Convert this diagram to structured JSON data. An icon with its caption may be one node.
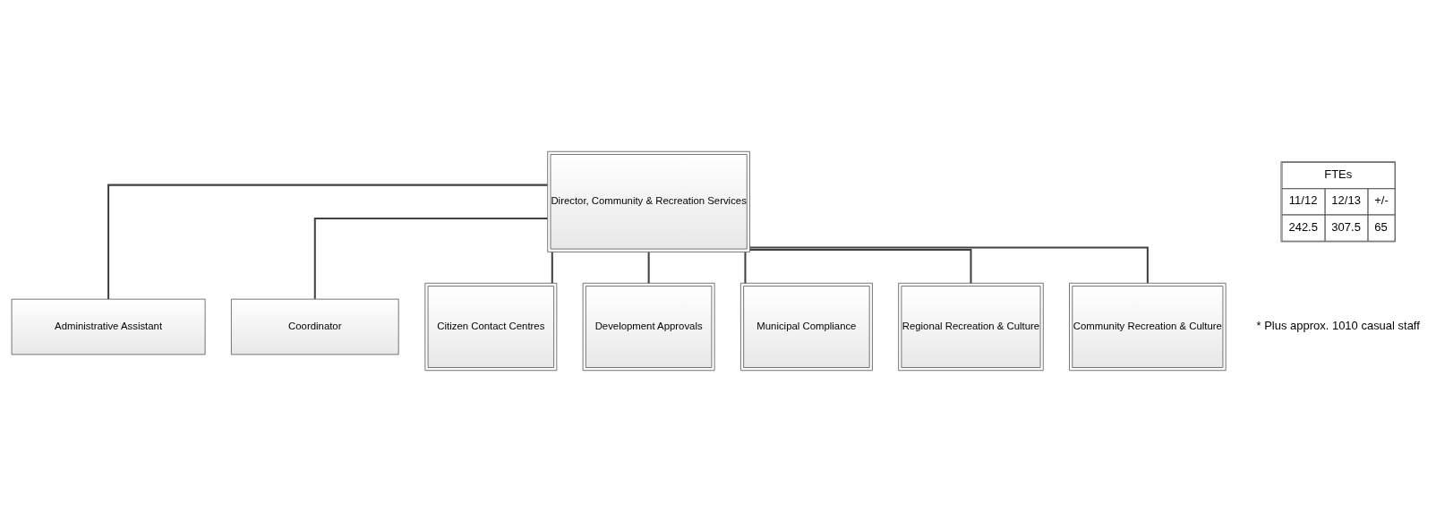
{
  "diagram": {
    "nodes": [
      {
        "text": [
          "Director, Community & Recreation Services"
        ]
      },
      {
        "text": [
          "Administrative Assistant"
        ]
      },
      {
        "text": [
          "Coordinator"
        ]
      },
      {
        "text": [
          "Citizen Contact Centres"
        ]
      },
      {
        "text": [
          "Development Approvals"
        ]
      },
      {
        "text": [
          "Municipal Compliance"
        ]
      },
      {
        "text": [
          "Regional Recreation & Culture"
        ]
      },
      {
        "text": [
          "Community Recreation & Culture"
        ]
      }
    ],
    "edges": [
      {
        "from": 0,
        "to": 1,
        "arrow": "none"
      },
      {
        "from": 0,
        "to": 2,
        "arrow": "none"
      },
      {
        "from": 0,
        "to": 3,
        "arrow": "none"
      },
      {
        "from": 0,
        "to": 4,
        "arrow": "none"
      },
      {
        "from": 0,
        "to": 5,
        "arrow": "none"
      },
      {
        "from": 0,
        "to": 6,
        "arrow": "none"
      },
      {
        "from": 0,
        "to": 7,
        "arrow": "none"
      }
    ],
    "labels": [
      "FTEs",
      "11/12",
      "12/13",
      "+/-",
      "242.5",
      "307.5",
      "65",
      "* Plus approx. 1010 casual staff"
    ]
  }
}
